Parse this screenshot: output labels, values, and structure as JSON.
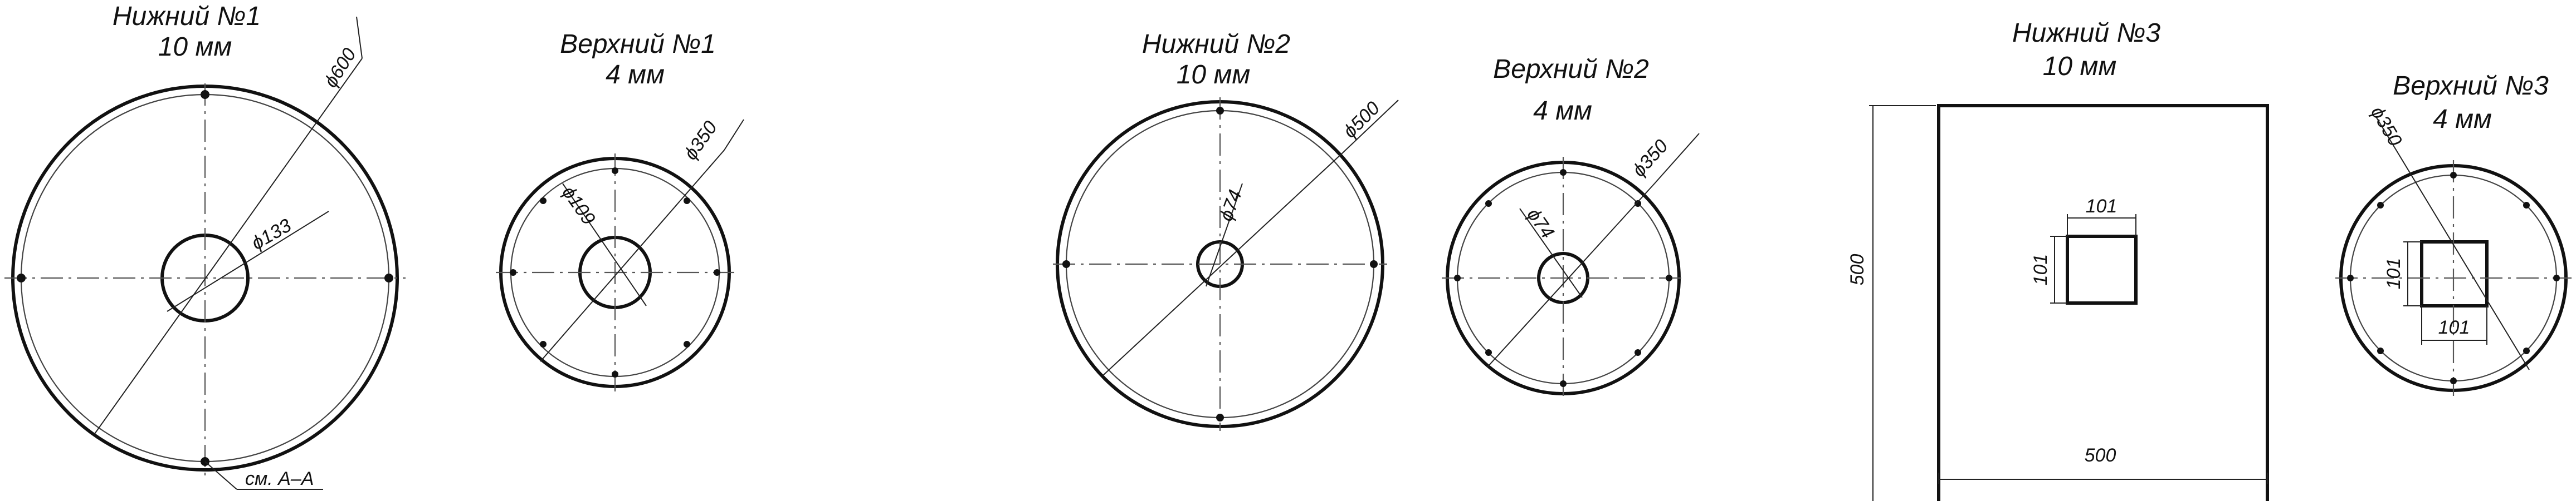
{
  "parts": [
    {
      "title": "Нижний №1",
      "thickness": "10 мм",
      "dims": {
        "outer": "ϕ600",
        "hole": "ϕ133",
        "section": "см. А–А"
      }
    },
    {
      "title": "Верхний №1",
      "thickness": "4 мм",
      "dims": {
        "outer": "ϕ350",
        "hole": "ϕ109"
      }
    },
    {
      "title": "Нижний №2",
      "thickness": "10 мм",
      "dims": {
        "outer": "ϕ500",
        "hole": "ϕ74"
      }
    },
    {
      "title": "Верхний №2",
      "thickness": "4 мм",
      "dims": {
        "outer": "ϕ350",
        "hole": "ϕ74"
      }
    },
    {
      "title": "Нижний №3",
      "thickness": "10 мм",
      "dims": {
        "width": "500",
        "height": "500",
        "hole_w": "101",
        "hole_h": "101"
      }
    },
    {
      "title": "Верхний №3",
      "thickness": "4 мм",
      "dims": {
        "outer": "ϕ350",
        "hole_w": "101",
        "hole_h": "101"
      }
    }
  ]
}
